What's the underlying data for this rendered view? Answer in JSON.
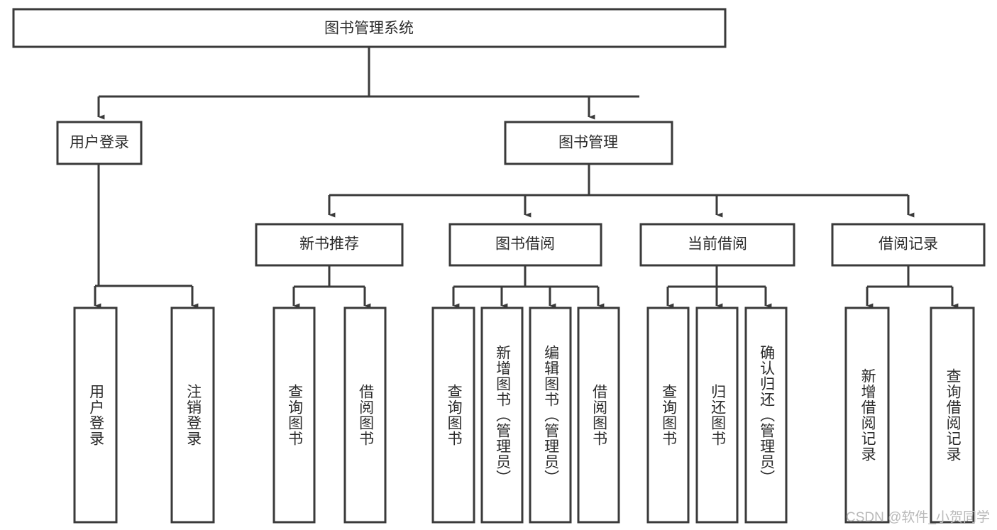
{
  "diagram": {
    "title": "图书管理系统",
    "type": "hierarchy-tree",
    "watermark": "CSDN @软件_小贺同学",
    "colors": {
      "box_stroke": "#3a3a3a",
      "box_fill": "#ffffff",
      "text": "#2b2b2b",
      "background": "#ffffff",
      "watermark": "#b9b9b9"
    },
    "levels": {
      "level1": [
        {
          "id": "root",
          "label": "图书管理系统"
        }
      ],
      "level2": [
        {
          "id": "user-login",
          "label": "用户登录",
          "parent": "root"
        },
        {
          "id": "book-manage",
          "label": "图书管理",
          "parent": "root"
        }
      ],
      "level3": [
        {
          "id": "new-book-rec",
          "label": "新书推荐",
          "parent": "book-manage"
        },
        {
          "id": "book-borrow",
          "label": "图书借阅",
          "parent": "book-manage"
        },
        {
          "id": "current-borrow",
          "label": "当前借阅",
          "parent": "book-manage"
        },
        {
          "id": "borrow-record",
          "label": "借阅记录",
          "parent": "book-manage"
        }
      ],
      "leaves": [
        {
          "id": "leaf-user-login",
          "label": "用户登录",
          "parent": "user-login"
        },
        {
          "id": "leaf-logout",
          "label": "注销登录",
          "parent": "user-login"
        },
        {
          "id": "leaf-query-book-1",
          "label": "查询图书",
          "parent": "new-book-rec"
        },
        {
          "id": "leaf-borrow-book-1",
          "label": "借阅图书",
          "parent": "new-book-rec"
        },
        {
          "id": "leaf-query-book-2",
          "label": "查询图书",
          "parent": "book-borrow"
        },
        {
          "id": "leaf-add-book",
          "label": "新增图书（管理员）",
          "parent": "book-borrow"
        },
        {
          "id": "leaf-edit-book",
          "label": "编辑图书（管理员）",
          "parent": "book-borrow"
        },
        {
          "id": "leaf-borrow-book-2",
          "label": "借阅图书",
          "parent": "book-borrow"
        },
        {
          "id": "leaf-query-book-3",
          "label": "查询图书",
          "parent": "current-borrow"
        },
        {
          "id": "leaf-return-book",
          "label": "归还图书",
          "parent": "current-borrow"
        },
        {
          "id": "leaf-confirm-return",
          "label": "确认归还（管理员）",
          "parent": "current-borrow"
        },
        {
          "id": "leaf-add-record",
          "label": "新增借阅记录",
          "parent": "borrow-record"
        },
        {
          "id": "leaf-query-record",
          "label": "查询借阅记录",
          "parent": "borrow-record"
        }
      ]
    }
  }
}
